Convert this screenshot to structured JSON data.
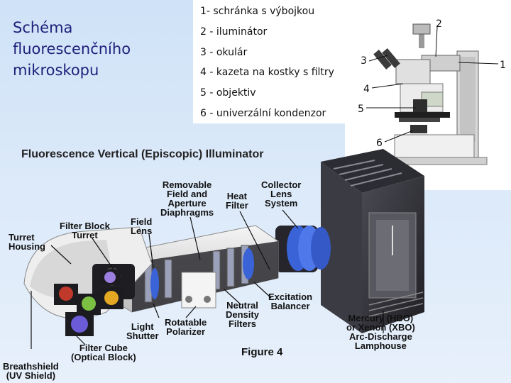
{
  "slide": {
    "title": "Schéma\nfluorescenčního\nmikroskopu"
  },
  "legend": {
    "items": [
      "1- schránka s výbojkou",
      "2 - iluminátor",
      "3 - okulár",
      "4 - kazeta na kostky s filtry",
      "5 - objektiv",
      "6 - univerzální kondenzor"
    ]
  },
  "photo": {
    "callouts": [
      "1",
      "2",
      "3",
      "4",
      "5",
      "6"
    ]
  },
  "diagram": {
    "title": "Fluorescence Vertical (Episcopic) Illuminator",
    "caption": "Figure 4",
    "labels": {
      "turret_housing": "Turret\nHousing",
      "filter_block_turret": "Filter Block\nTurret",
      "field_lens": "Field\nLens",
      "diaphragms": "Removable\nField and\nAperture\nDiaphragms",
      "heat_filter": "Heat\nFilter",
      "collector_lens": "Collector\nLens\nSystem",
      "excitation_balancer": "Excitation\nBalancer",
      "neutral_density": "Neutral\nDensity\nFilters",
      "light_shutter": "Light\nShutter",
      "rotatable_polarizer": "Rotatable\nPolarizer",
      "filter_cube": "Filter Cube\n(Optical Block)",
      "breathshield": "Breathshield\n(UV Shield)",
      "lamphouse": "Mercury (HBO)\nor Xenon (XBO)\nArc-Discharge\nLamphouse"
    }
  },
  "colors": {
    "slide_title": "#1f1f7a",
    "background": "#d6e6f8",
    "lens_blue": "#3a63d8"
  }
}
